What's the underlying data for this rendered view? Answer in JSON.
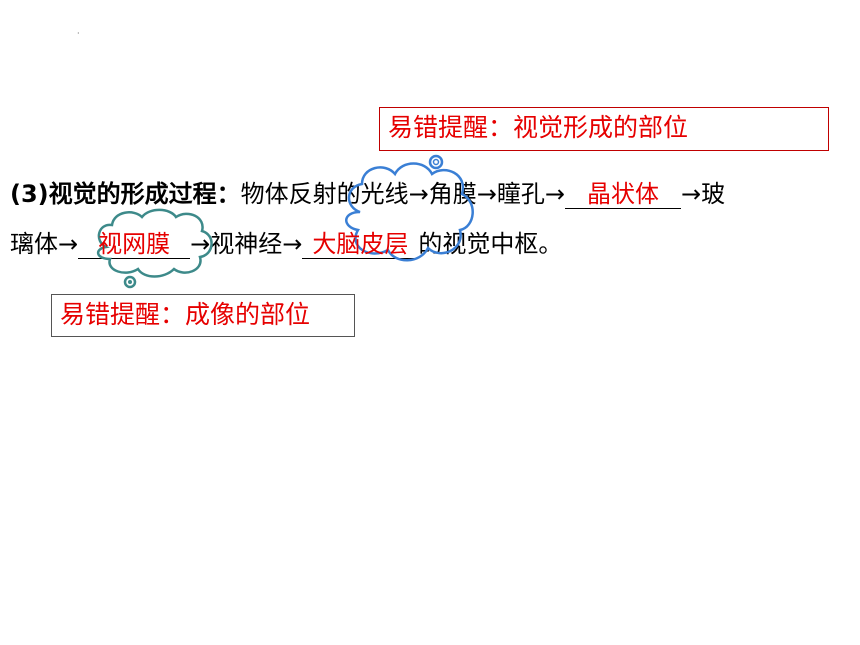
{
  "dot": "·",
  "note_top": "易错提醒：视觉形成的部位",
  "note_bottom": "易错提醒：成像的部位",
  "line1": {
    "label": "(3)视觉的形成过程：",
    "text_a": "物体反射的光线→角膜→瞳孔→",
    "blank_1": "晶状体",
    "text_b": "→玻"
  },
  "line2": {
    "text_a": "璃体→",
    "blank_2": "视网膜",
    "text_b": "→视神经→",
    "blank_3": "大脑皮层",
    "text_c": "的视觉中枢。"
  },
  "colors": {
    "answer": "#e60000",
    "note_border": "#c00000",
    "cloud_teal": "#3d8a8a",
    "cloud_blue": "#3a7fd5"
  }
}
